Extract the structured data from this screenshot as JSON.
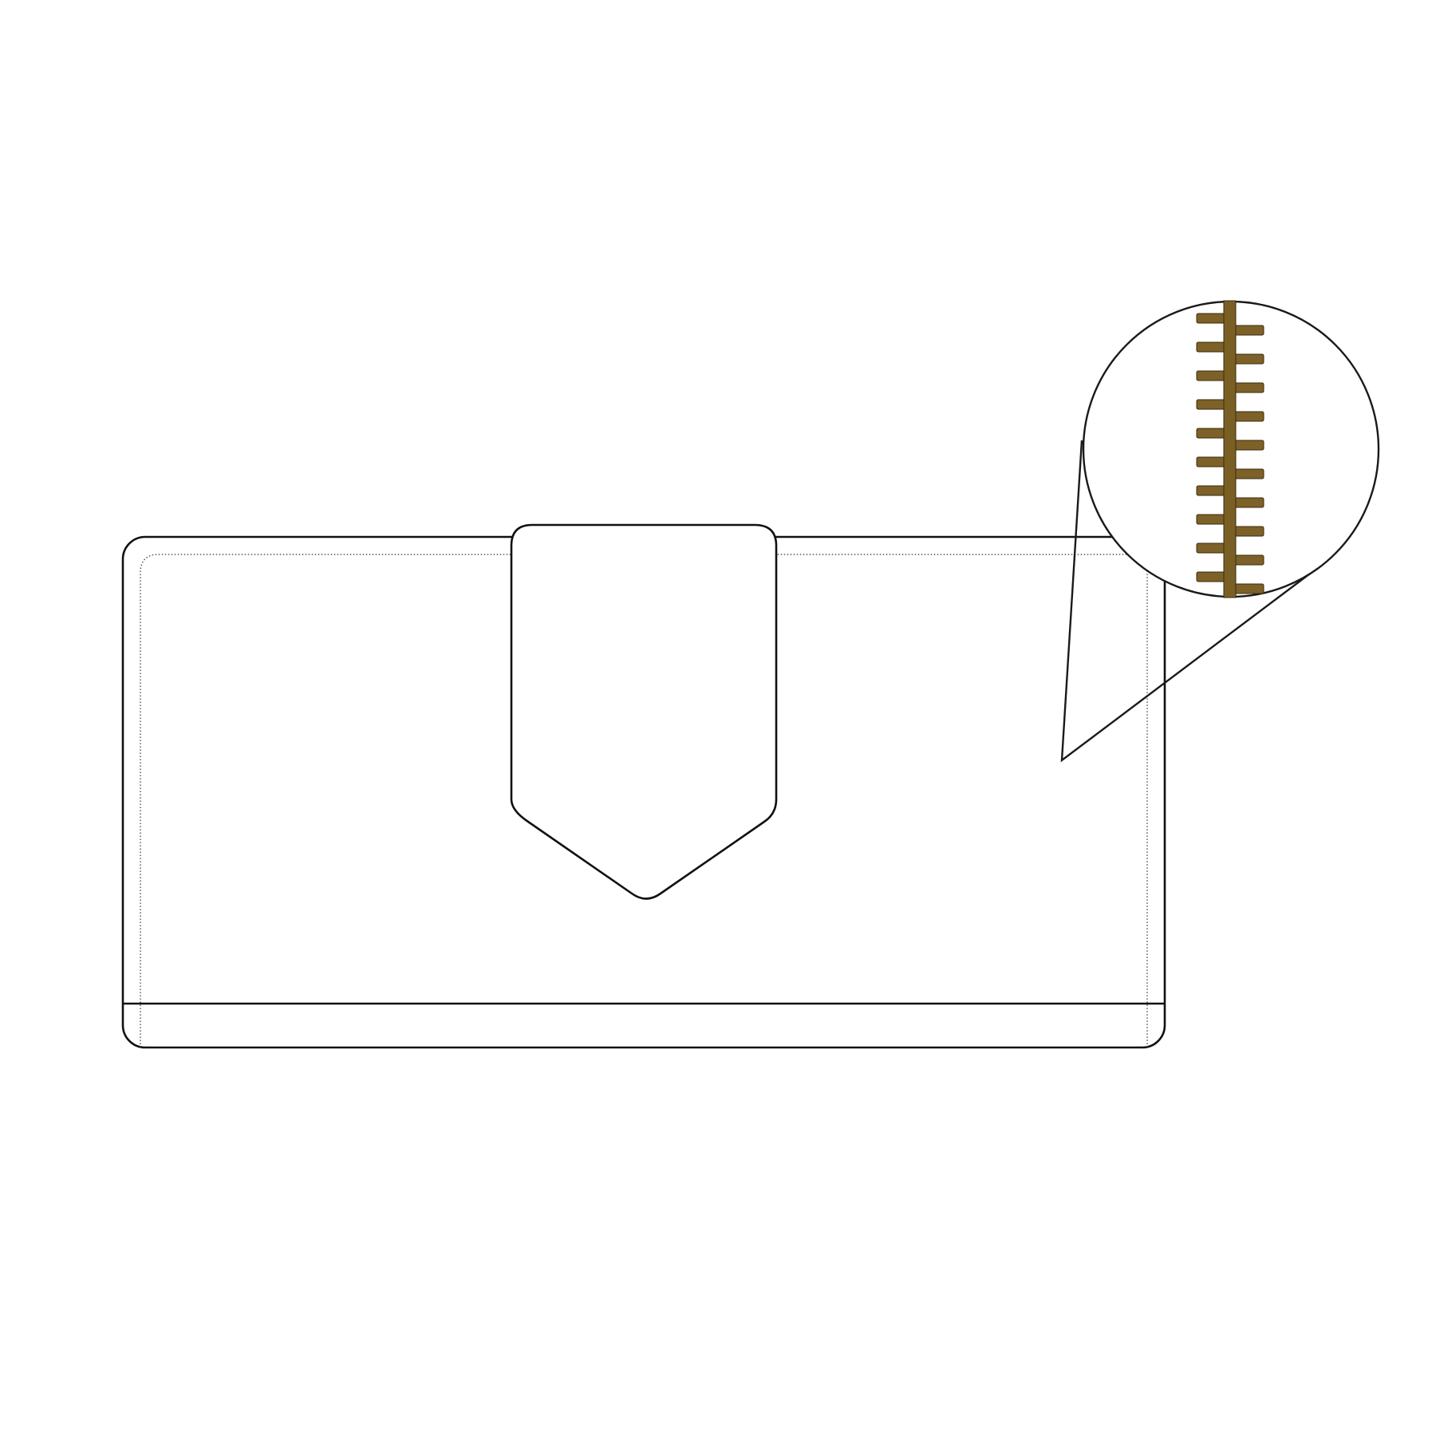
{
  "colors": {
    "background": "#ffffff",
    "outline": "#111111",
    "stitching": "#333333",
    "zipper_tape": "#7a5f24",
    "zipper_teeth": "#7d6128",
    "zipper_teeth_edge": "#3a2c0e"
  },
  "illustration": {
    "subject": "wallet-flat-sketch",
    "parts": [
      "wallet-body",
      "inner-stitch-line",
      "bottom-gusset-line",
      "closure-tab",
      "zipper-detail-callout"
    ]
  },
  "zipper_detail": {
    "teeth_left_count": 10,
    "teeth_right_count": 10
  }
}
